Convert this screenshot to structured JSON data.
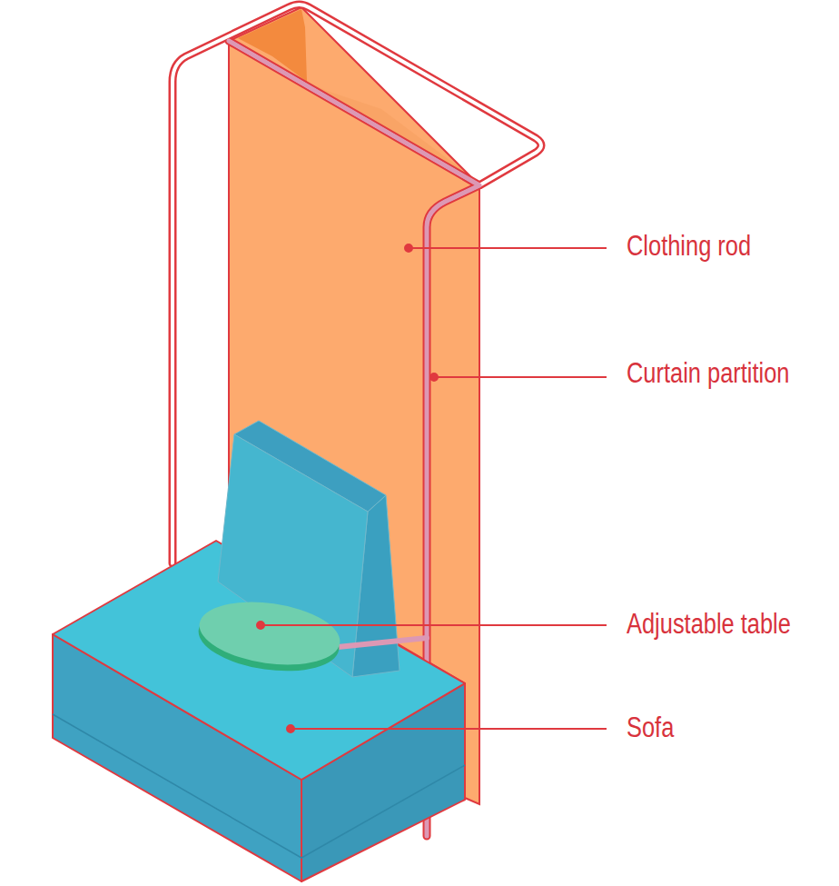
{
  "diagram": {
    "labels": [
      "Clothing rod",
      "Curtain partition",
      "Adjustable table",
      "Sofa"
    ]
  }
}
